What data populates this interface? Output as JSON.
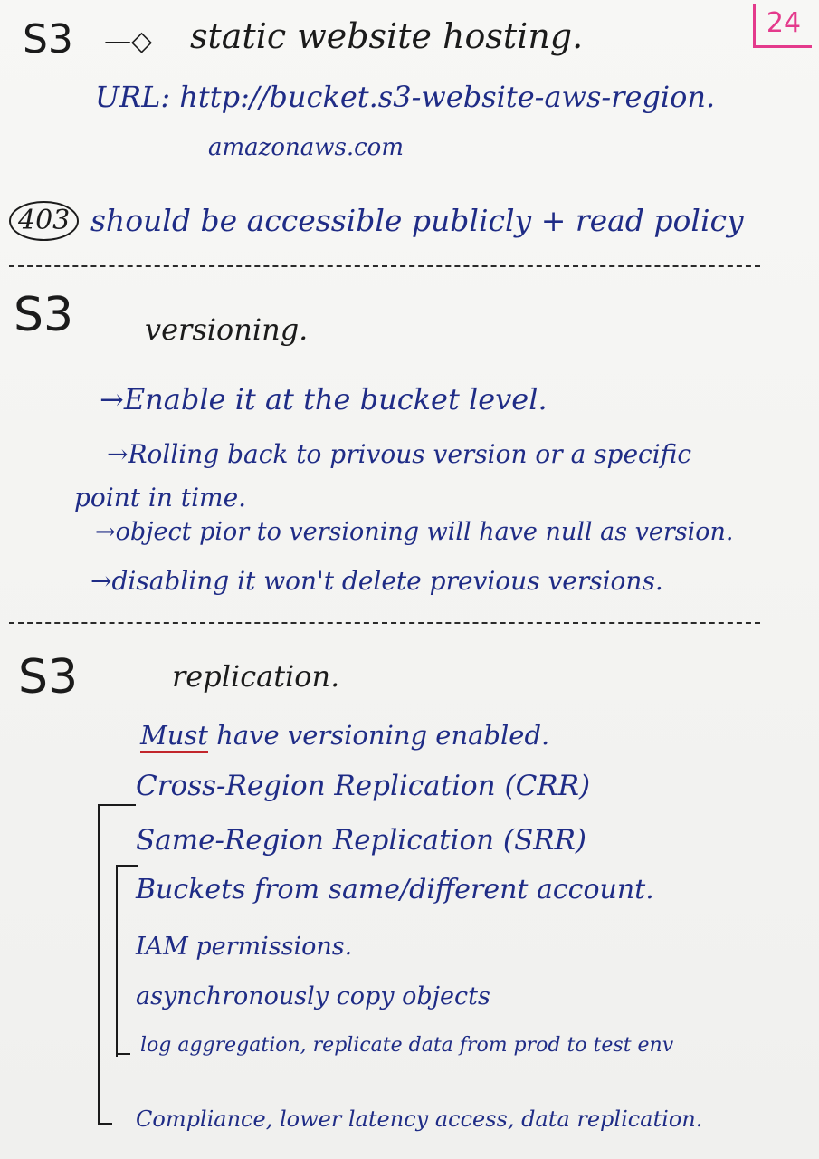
{
  "page_number": "24",
  "static": {
    "title_prefix": "S3",
    "title_arrow": "—◇",
    "title": "static website hosting.",
    "url_line": "URL: http://bucket.s3-website-aws-region.",
    "url_continued": "amazonaws.com",
    "error_code": "403",
    "error_note": "should be accessible publicly + read policy"
  },
  "versioning": {
    "prefix": "S3",
    "title": "versioning.",
    "bullets": [
      "→Enable it at the bucket level.",
      "→Rolling back to privous version or a specific",
      "point in time.",
      "→object pior to versioning will have null as version.",
      "→disabling it won't delete previous versions."
    ]
  },
  "replication": {
    "prefix": "S3",
    "title": "replication.",
    "must": "Must",
    "must_rest": "have versioning enabled.",
    "items": [
      "Cross-Region Replication (CRR)",
      "Same-Region Replication (SRR)",
      "Buckets from same/different account.",
      "IAM permissions.",
      "asynchronously copy objects",
      "log aggregation, replicate data from prod to test env",
      "Compliance, lower latency access, data replication."
    ]
  }
}
